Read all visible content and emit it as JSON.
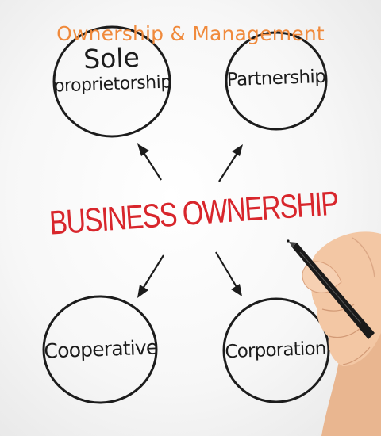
{
  "title": "Ownership & Management",
  "center": {
    "label": "BUSINESS OWNERSHIP"
  },
  "nodes": {
    "sole": {
      "line1": "Sole",
      "line2": "proprietorship"
    },
    "partnership": {
      "label": "Partnership"
    },
    "cooperative": {
      "label": "Cooperative"
    },
    "corporation": {
      "label": "Corporation"
    }
  },
  "colors": {
    "title": "#f08a3c",
    "center_text": "#d8262c",
    "ink": "#1c1c1c",
    "skin": "#f3c7a4",
    "pen": "#1a1a1a"
  }
}
